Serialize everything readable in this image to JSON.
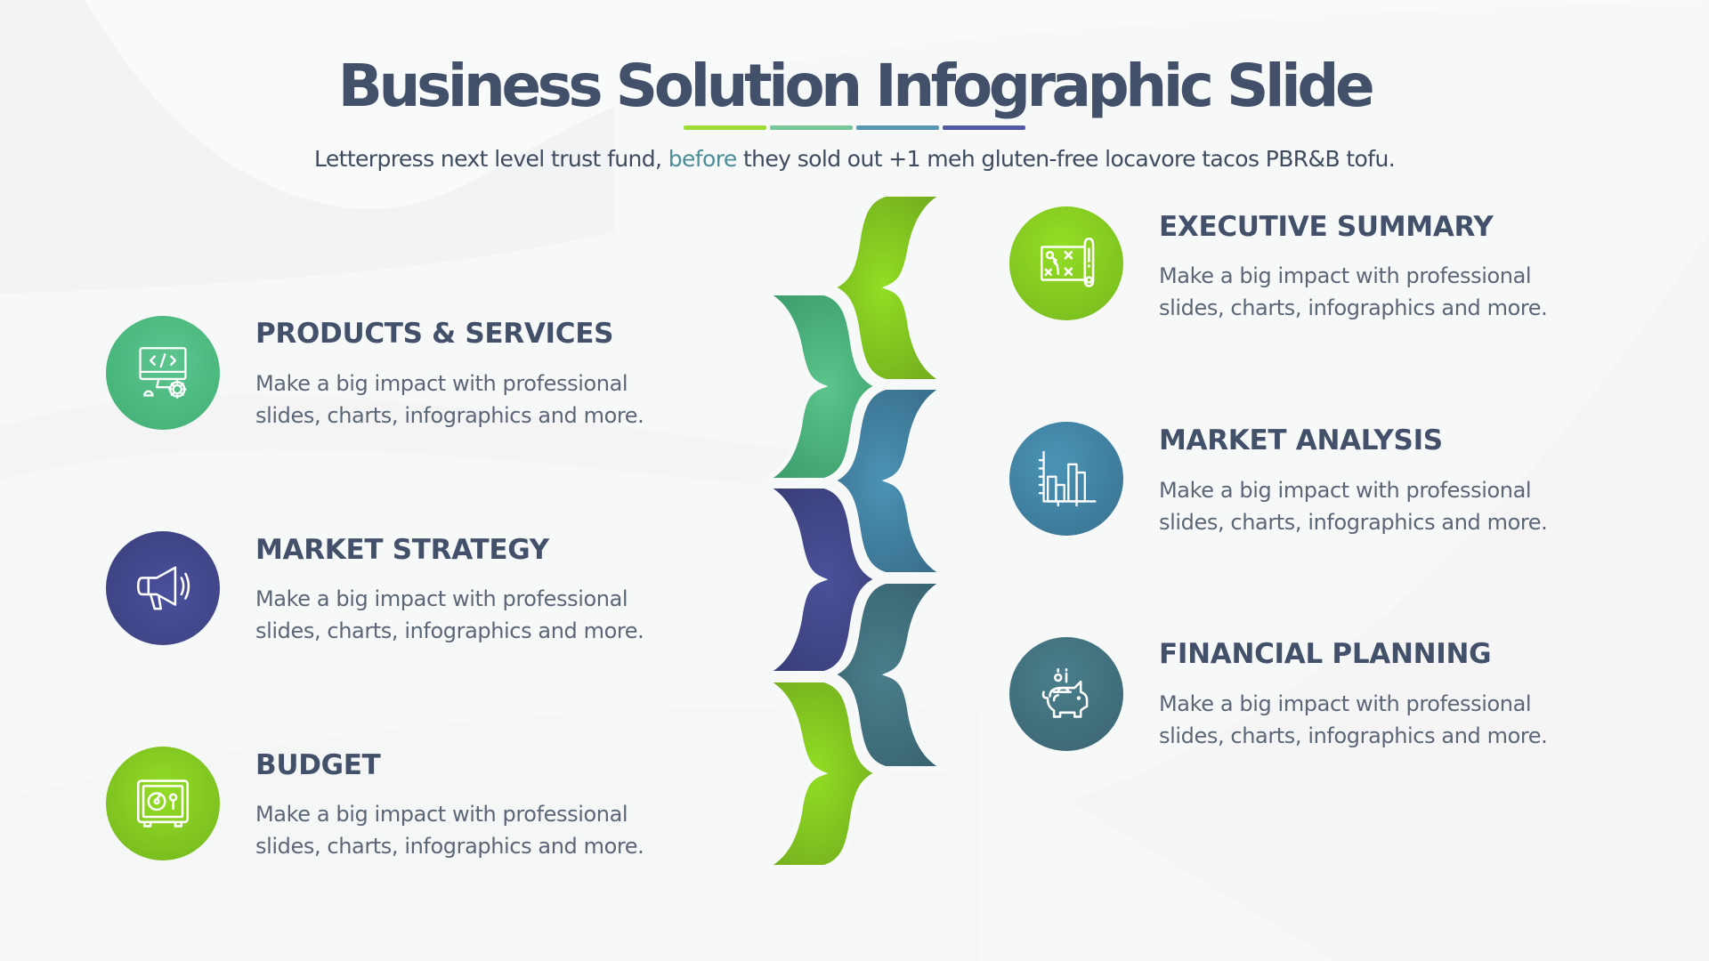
{
  "slide": {
    "title": "Business Solution Infographic Slide",
    "underline_colors": [
      "#9fdc3a",
      "#76c69a",
      "#5a97b5",
      "#525aa3"
    ],
    "subtitle": {
      "before_accent": "Letterpress next level trust fund, ",
      "accent": "before",
      "after_accent": " they sold out +1 meh gluten-free locavore tacos PBR&B tofu.",
      "accent_color": "#4c8e97"
    }
  },
  "left_items": [
    {
      "heading": "PRODUCTS & SERVICES",
      "line1": "Make a big impact with professional",
      "line2": "slides, charts, infographics and more.",
      "icon": "computer-code-gear-icon",
      "color": "#49b57c"
    },
    {
      "heading": "MARKET STRATEGY",
      "line1": "Make a big impact with professional",
      "line2": "slides, charts, infographics and more.",
      "icon": "megaphone-icon",
      "color": "#434b8f"
    },
    {
      "heading": "BUDGET",
      "line1": "Make a big impact with professional",
      "line2": "slides, charts, infographics and more.",
      "icon": "safe-icon",
      "color": "#86cc24"
    }
  ],
  "right_items": [
    {
      "heading": "EXECUTIVE SUMMARY",
      "line1": "Make a big impact with professional",
      "line2": "slides, charts, infographics and more.",
      "icon": "strategy-map-icon",
      "color": "#86cc24"
    },
    {
      "heading": "MARKET ANALYSIS",
      "line1": "Make a big impact with professional",
      "line2": "slides, charts, infographics and more.",
      "icon": "bar-chart-icon",
      "color": "#3f7f9e"
    },
    {
      "heading": "FINANCIAL PLANNING",
      "line1": "Make a big impact with professional",
      "line2": "slides, charts, infographics and more.",
      "icon": "piggy-bank-icon",
      "color": "#41707e"
    }
  ],
  "brace_colors": {
    "right": [
      "#8ad629",
      "#4689a9",
      "#437480"
    ],
    "left": [
      "#4db984",
      "#464c92",
      "#8ad629"
    ]
  }
}
